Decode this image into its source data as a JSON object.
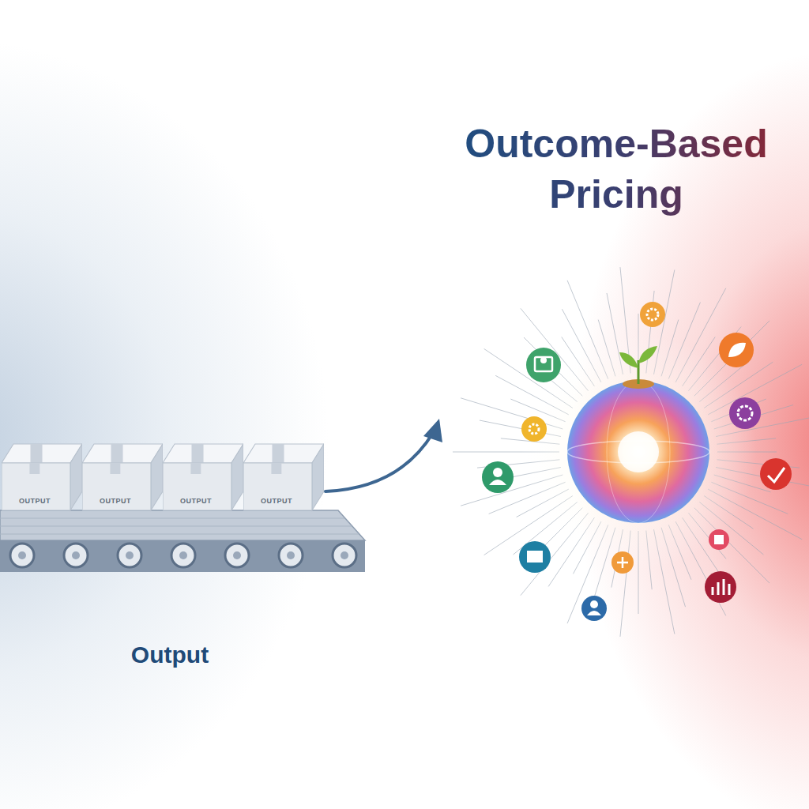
{
  "diagram": {
    "title": "Outcome-Based Pricing",
    "nodes": [
      {
        "text": [
          "OUTPUT"
        ]
      },
      {
        "text": [
          "OUTPUT"
        ]
      },
      {
        "text": [
          "OUTPUT"
        ]
      },
      {
        "text": [
          "OUTPUT"
        ]
      }
    ],
    "labels": [
      "Output"
    ]
  }
}
